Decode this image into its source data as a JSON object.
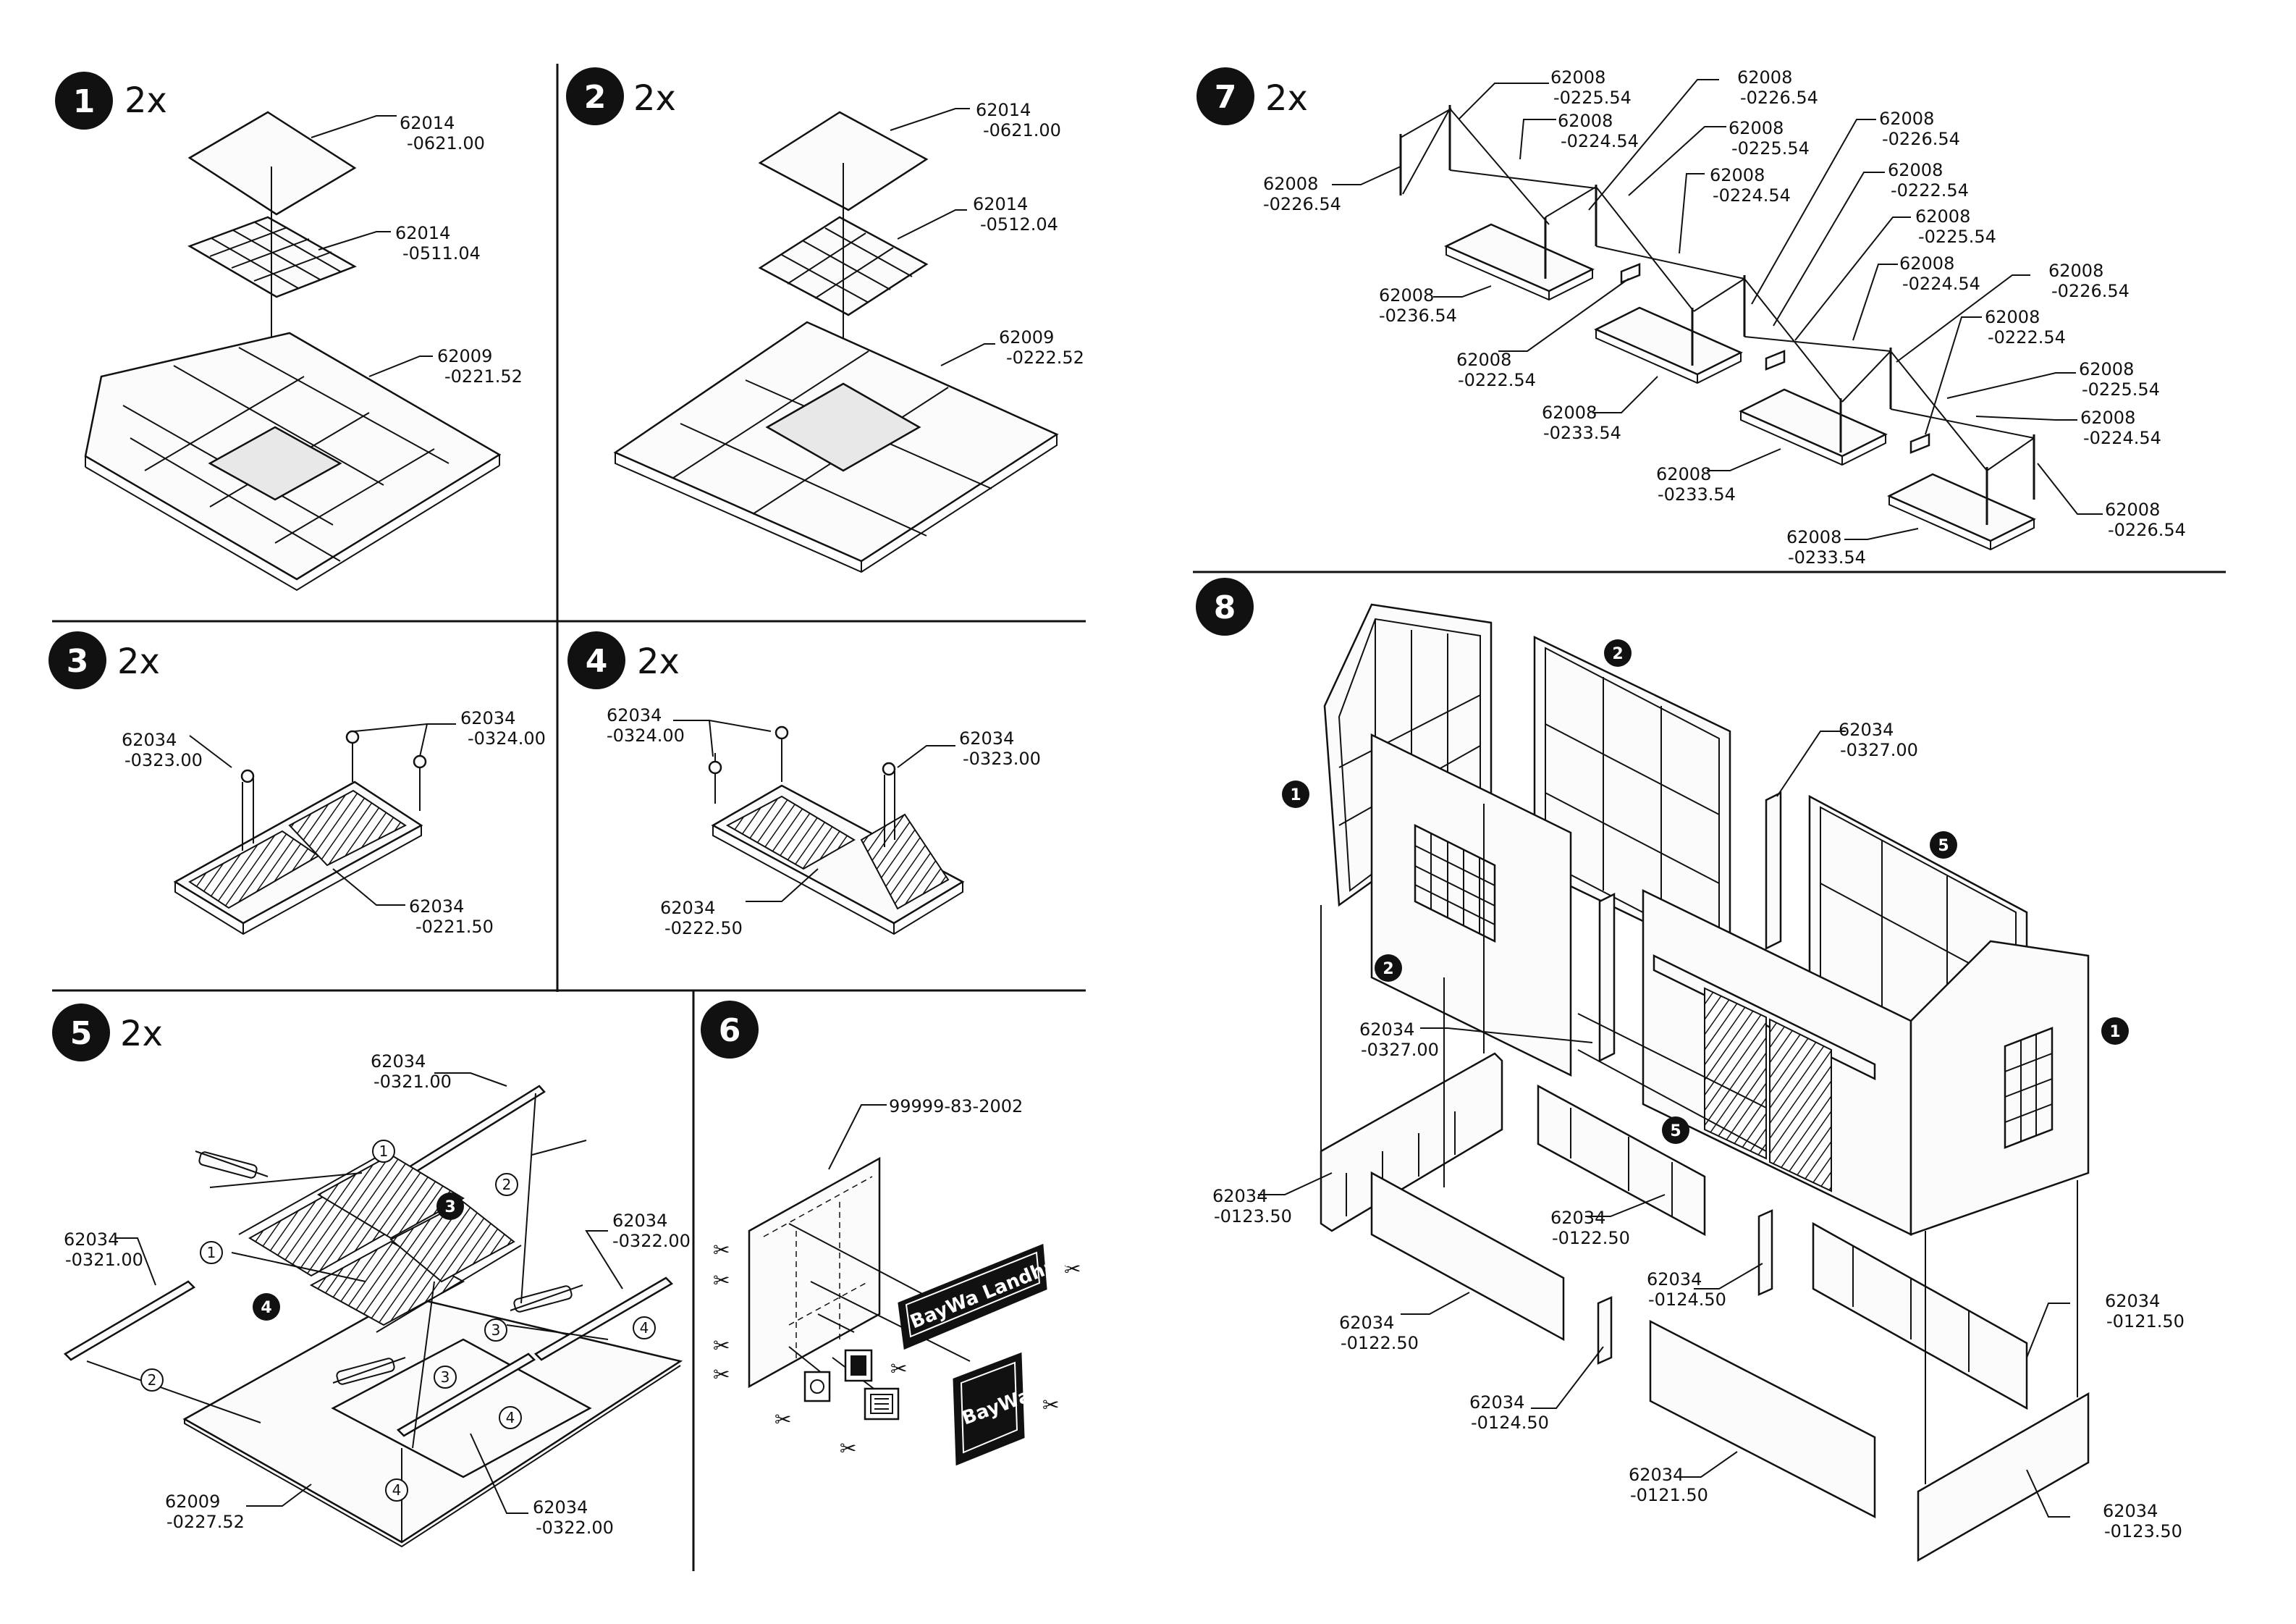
{
  "steps": [
    {
      "number": "1",
      "multiplier": "2x",
      "parts": [
        {
          "code": "62014",
          "sub": "-0621.00"
        },
        {
          "code": "62014",
          "sub": "-0511.04"
        },
        {
          "code": "62009",
          "sub": "-0221.52"
        }
      ]
    },
    {
      "number": "2",
      "multiplier": "2x",
      "parts": [
        {
          "code": "62014",
          "sub": "-0621.00"
        },
        {
          "code": "62014",
          "sub": "-0512.04"
        },
        {
          "code": "62009",
          "sub": "-0222.52"
        }
      ]
    },
    {
      "number": "3",
      "multiplier": "2x",
      "parts": [
        {
          "code": "62034",
          "sub": "-0323.00"
        },
        {
          "code": "62034",
          "sub": "-0324.00"
        },
        {
          "code": "62034",
          "sub": "-0221.50"
        }
      ]
    },
    {
      "number": "4",
      "multiplier": "2x",
      "parts": [
        {
          "code": "62034",
          "sub": "-0324.00"
        },
        {
          "code": "62034",
          "sub": "-0323.00"
        },
        {
          "code": "62034",
          "sub": "-0222.50"
        }
      ]
    },
    {
      "number": "5",
      "multiplier": "2x",
      "parts": [
        {
          "code": "62034",
          "sub": "-0321.00"
        },
        {
          "code": "62034",
          "sub": "-0321.00"
        },
        {
          "code": "62034",
          "sub": "-0322.00"
        },
        {
          "code": "62034",
          "sub": "-0322.00"
        },
        {
          "code": "62009",
          "sub": "-0227.52"
        }
      ],
      "markers": [
        "1",
        "1",
        "2",
        "2",
        "3",
        "3",
        "4",
        "4",
        "4"
      ],
      "refs": [
        "3",
        "4"
      ]
    },
    {
      "number": "6",
      "multiplier": "",
      "parts": [
        {
          "code": "99999-83-2002",
          "sub": ""
        }
      ],
      "signs": [
        "BayWa Landhandel",
        "BayWa"
      ]
    },
    {
      "number": "7",
      "multiplier": "2x",
      "parts": [
        {
          "code": "62008",
          "sub": "-0225.54"
        },
        {
          "code": "62008",
          "sub": "-0224.54"
        },
        {
          "code": "62008",
          "sub": "-0226.54"
        },
        {
          "code": "62008",
          "sub": "-0225.54"
        },
        {
          "code": "62008",
          "sub": "-0224.54"
        },
        {
          "code": "62008",
          "sub": "-0226.54"
        },
        {
          "code": "62008",
          "sub": "-0222.54"
        },
        {
          "code": "62008",
          "sub": "-0225.54"
        },
        {
          "code": "62008",
          "sub": "-0224.54"
        },
        {
          "code": "62008",
          "sub": "-0226.54"
        },
        {
          "code": "62008",
          "sub": "-0222.54"
        },
        {
          "code": "62008",
          "sub": "-0225.54"
        },
        {
          "code": "62008",
          "sub": "-0224.54"
        },
        {
          "code": "62008",
          "sub": "-0226.54"
        },
        {
          "code": "62008",
          "sub": "-0226.54"
        },
        {
          "code": "62008",
          "sub": "-0236.54"
        },
        {
          "code": "62008",
          "sub": "-0222.54"
        },
        {
          "code": "62008",
          "sub": "-0233.54"
        },
        {
          "code": "62008",
          "sub": "-0233.54"
        },
        {
          "code": "62008",
          "sub": "-0233.54"
        }
      ]
    },
    {
      "number": "8",
      "multiplier": "",
      "parts": [
        {
          "code": "62034",
          "sub": "-0327.00"
        },
        {
          "code": "62034",
          "sub": "-0327.00"
        },
        {
          "code": "62034",
          "sub": "-0123.50"
        },
        {
          "code": "62034",
          "sub": "-0122.50"
        },
        {
          "code": "62034",
          "sub": "-0124.50"
        },
        {
          "code": "62034",
          "sub": "-0122.50"
        },
        {
          "code": "62034",
          "sub": "-0124.50"
        },
        {
          "code": "62034",
          "sub": "-0121.50"
        },
        {
          "code": "62034",
          "sub": "-0121.50"
        },
        {
          "code": "62034",
          "sub": "-0123.50"
        }
      ],
      "refs": [
        "2",
        "1",
        "2",
        "5",
        "5",
        "1"
      ]
    }
  ]
}
